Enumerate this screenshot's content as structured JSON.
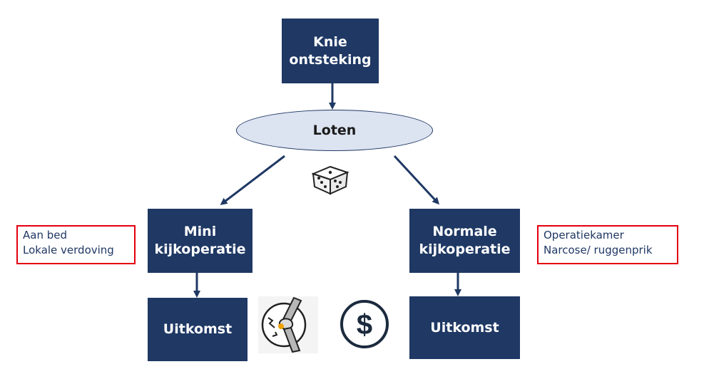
{
  "nodes": {
    "top": {
      "lines": [
        "Knie",
        "ontsteking"
      ]
    },
    "ellipse": {
      "label": "Loten"
    },
    "mini": {
      "lines": [
        "Mini",
        "kijkoperatie"
      ]
    },
    "normal": {
      "lines": [
        "Normale",
        "kijkoperatie"
      ]
    },
    "outcome_left": {
      "label": "Uitkomst"
    },
    "outcome_right": {
      "label": "Uitkomst"
    }
  },
  "notes": {
    "left": [
      "Aan bed",
      "Lokale verdoving"
    ],
    "right": [
      "Operatiekamer",
      "Narcose/ ruggenprik"
    ]
  },
  "icons": {
    "dice": "dice-icon",
    "knee": "knee-joint-icon",
    "dollar": "dollar-icon"
  },
  "colors": {
    "box_fill": "#1f3864",
    "ellipse_fill": "#dce3f1",
    "note_border": "#e3000f",
    "note_text": "#1f3864"
  }
}
